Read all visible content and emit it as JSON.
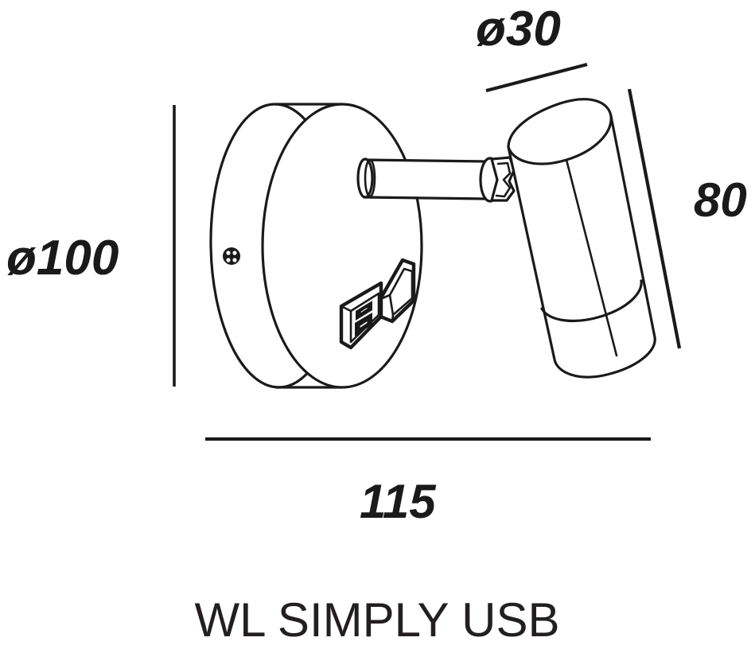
{
  "product": {
    "title": "WL SIMPLY USB",
    "view": "technical-dimension-drawing"
  },
  "dimensions": {
    "diameter_base": "ø100",
    "diameter_head": "ø30",
    "height": "80",
    "depth": "115"
  },
  "labels": {
    "base_diameter_label": "ø100",
    "head_diameter_label": "ø30",
    "height_label": "80",
    "depth_label": "115",
    "product_name": "WL SIMPLY USB"
  },
  "colors": {
    "line": "#1a1a1a",
    "background": "#ffffff",
    "text": "#231f20"
  },
  "parts": {
    "wall_plate": "round wall mount disc",
    "arm": "cylindrical arm",
    "joint": "knuckle joint",
    "head": "cylindrical spot head",
    "usb_socket": "usb socket with rocker switch",
    "screw": "fixing screw"
  }
}
